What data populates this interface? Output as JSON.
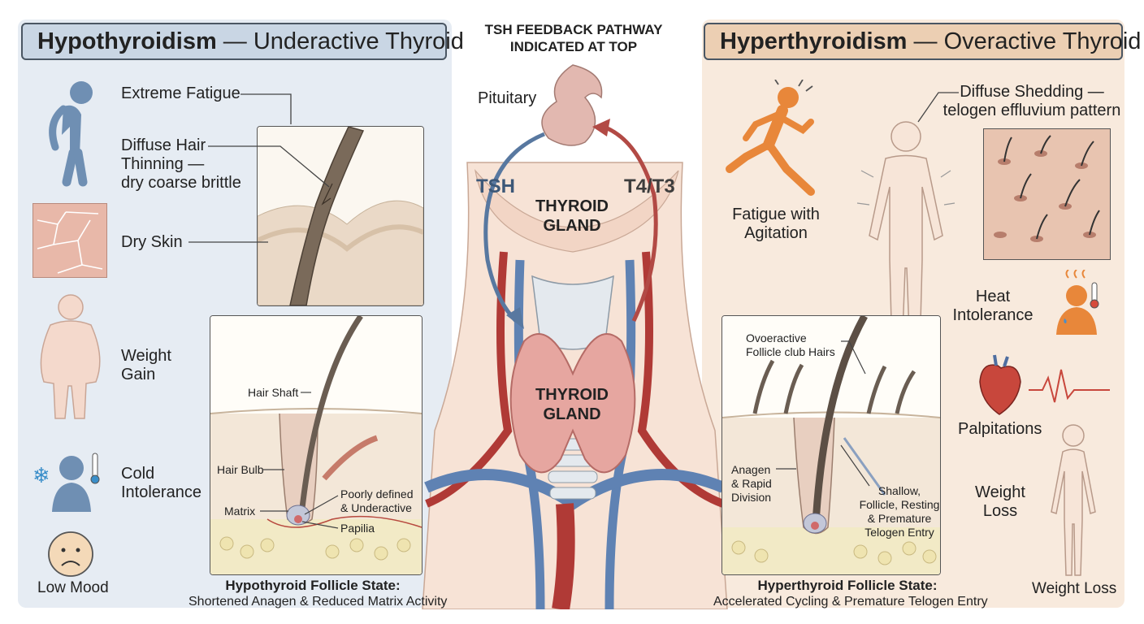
{
  "center": {
    "heading_line1": "TSH FEEDBACK PATHWAY",
    "heading_line2": "INDICATED AT TOP",
    "pituitary_label": "Pituitary",
    "tsh_label": "TSH",
    "t4t3_label": "T4/T3",
    "gland_upper_line1": "THYROID",
    "gland_upper_line2": "GLAND",
    "gland_lower_line1": "THYROID",
    "gland_lower_line2": "GLAND"
  },
  "left": {
    "title_bold": "Hypothyroidism",
    "title_rest": " — Underactive Thyroid",
    "symptoms": {
      "fatigue": "Extreme Fatigue",
      "hair_line1": "Diffuse Hair",
      "hair_line2": "Thinning —",
      "hair_line3": "dry coarse brittle",
      "dry_skin": "Dry Skin",
      "weight_line1": "Weight",
      "weight_line2": "Gain",
      "cold_line1": "Cold",
      "cold_line2": "Intolerance",
      "mood": "Low Mood"
    },
    "follicle": {
      "hair_shaft": "Hair Shaft",
      "hair_bulb": "Hair Bulb",
      "matrix": "Matrix",
      "poor_line1": "Poorly defined",
      "poor_line2": "& Underactive",
      "papilla": "Papilia",
      "caption_bold": "Hypothyroid Follicle State:",
      "caption_rest": "Shortened Anagen & Reduced Matrix Activity"
    }
  },
  "right": {
    "title_bold": "Hyperthyroidism",
    "title_rest": " — Overactive Thyroid",
    "symptoms": {
      "shedding_line1": "Diffuse Shedding —",
      "shedding_line2": "telogen effluvium pattern",
      "fatigue_line1": "Fatigue with",
      "fatigue_line2": "Agitation",
      "heat_line1": "Heat",
      "heat_line2": "Intolerance",
      "palpitations": "Palpitations",
      "weight_line1": "Weight",
      "weight_line2": "Loss",
      "weight_loss_bottom": "Weight Loss"
    },
    "follicle": {
      "club_line1": "Ovoeractive",
      "club_line2": "Follicle club Hairs",
      "anagen_line1": "Anagen",
      "anagen_line2": "& Rapid",
      "anagen_line3": "Division",
      "shallow_line1": "Shallow,",
      "shallow_line2": "Follicle, Resting",
      "shallow_line3": "& Premature",
      "shallow_line4": "Telogen Entry",
      "caption_bold": "Hyperthyroid Follicle State:",
      "caption_rest": "Accelerated Cycling & Premature Telogen Entry"
    }
  },
  "colors": {
    "left_panel": "#e6ecf3",
    "right_panel": "#f8eadd",
    "tsh_arrow": "#5878a0",
    "t4t3_arrow": "#b24a45",
    "hypo_figure": "#6f8fb3",
    "hyper_figure": "#e8873a",
    "thyroid": "#e6a6a0"
  }
}
